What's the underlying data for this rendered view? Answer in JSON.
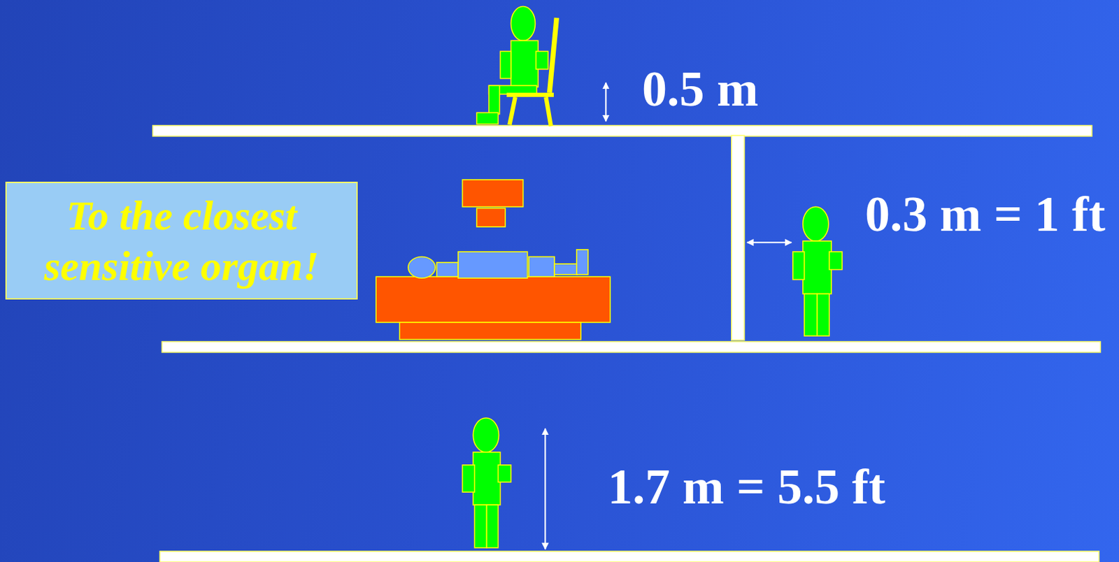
{
  "diagram": {
    "nodes": [
      {
        "text": [
          "To the closest sensitive organ!"
        ]
      }
    ],
    "labels": [
      "0.5 m",
      "0.3 m = 1 ft",
      "1.7 m = 5.5 ft"
    ]
  }
}
